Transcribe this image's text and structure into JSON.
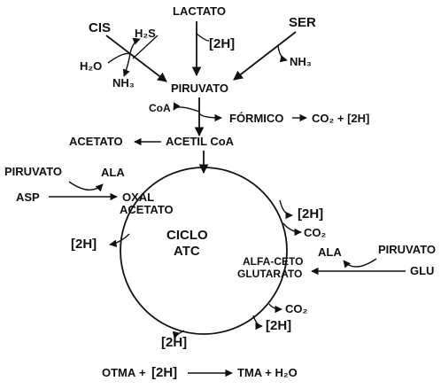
{
  "labels": {
    "lactato": "LACTATO",
    "cis": "CIS",
    "ser": "SER",
    "h2s": "H₂S",
    "h2o_left": "H₂O",
    "nh3_left": "NH₃",
    "nh3_right": "NH₃",
    "h2_lactato": "[2H]",
    "piruvato_main": "PIRUVATO",
    "coa": "CoA",
    "formico": "FÓRMICO",
    "co2_h2_formico": "CO₂ + [2H]",
    "acetato": "ACETATO",
    "acetil_coa": "ACETIL CoA",
    "piruvato_left": "PIRUVATO",
    "ala_left": "ALA",
    "asp": "ASP",
    "oxal": "OXAL",
    "acetato_oxal": "ACETATO",
    "ciclo": "CICLO",
    "atc": "ATC",
    "h2_left": "[2H]",
    "h2_top_right": "[2H]",
    "co2_top_right": "CO₂",
    "alfa_ceto": "ALFA-CETO",
    "glutarato": "GLUTARATO",
    "ala_right": "ALA",
    "piruvato_right": "PIRUVATO",
    "glu": "GLU",
    "co2_bottom_right": "CO₂",
    "h2_bottom_right": "[2H]",
    "h2_bottom": "[2H]",
    "otma": "OTMA",
    "plus_otma": "+",
    "h2_otma": "[2H]",
    "tma_h2o": "TMA + H₂O"
  },
  "colors": {
    "ink": "#111111",
    "background": "#ffffff"
  }
}
